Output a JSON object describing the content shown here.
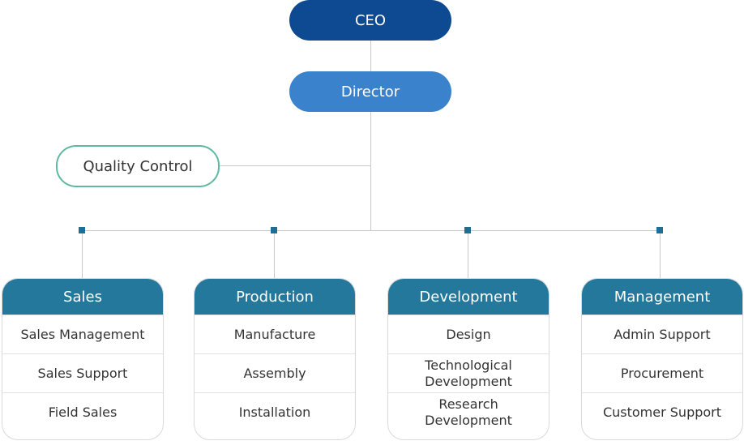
{
  "ceo": {
    "label": "CEO"
  },
  "director": {
    "label": "Director"
  },
  "quality_control": {
    "label": "Quality Control"
  },
  "departments": [
    {
      "name": "Sales",
      "items": [
        "Sales Management",
        "Sales Support",
        "Field Sales"
      ]
    },
    {
      "name": "Production",
      "items": [
        "Manufacture",
        "Assembly",
        "Installation"
      ]
    },
    {
      "name": "Development",
      "items": [
        "Design",
        "Technological Development",
        "Research Development"
      ]
    },
    {
      "name": "Management",
      "items": [
        "Admin Support",
        "Procurement",
        "Customer Support"
      ]
    }
  ],
  "colors": {
    "ceo": "#0d4a92",
    "director": "#3a82cc",
    "quality_control_border": "#5fb9a2",
    "department_header": "#23789b",
    "connector": "#c9c9c9",
    "junction_dot": "#1e6e96"
  }
}
